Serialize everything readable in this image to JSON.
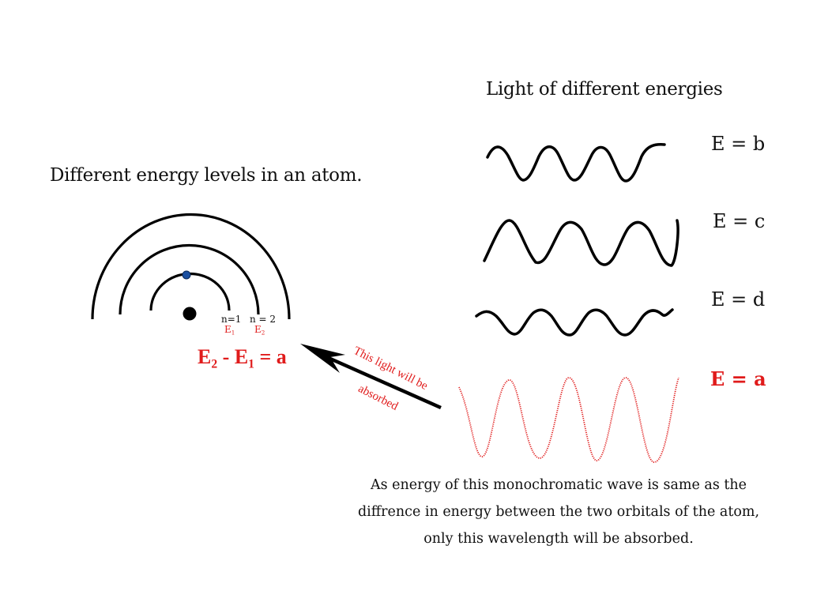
{
  "atom": {
    "title": "Different energy levels in an atom.",
    "levels": [
      {
        "label": "n=1",
        "energy_label": "E",
        "energy_sub": "1"
      },
      {
        "label": "n = 2",
        "energy_label": "E",
        "energy_sub": "2"
      }
    ],
    "equation": {
      "e2": "E",
      "e2_sub": "2",
      "minus": " - ",
      "e1": "E",
      "e1_sub": "1",
      "rhs": " = a"
    },
    "colors": {
      "orbit": "#000000",
      "electron": "#1a4fa0",
      "nucleus": "#000000",
      "energy_text": "#e01b1b"
    }
  },
  "arrow": {
    "note_line1": "This light will be",
    "note_line2": "absorbed",
    "color": "#000000",
    "note_color": "#e01b1b"
  },
  "waves": {
    "title": "Light of different energies",
    "items": [
      {
        "label": "E = b",
        "color": "#000000",
        "style": "solid"
      },
      {
        "label": "E = c",
        "color": "#000000",
        "style": "solid"
      },
      {
        "label": "E = d",
        "color": "#000000",
        "style": "solid"
      },
      {
        "label": "E = a",
        "color": "#e01b1b",
        "style": "dotted"
      }
    ]
  },
  "caption": "As energy of this monochromatic wave is same as the diffrence in energy between the two orbitals of the atom, only this wavelength will be absorbed."
}
